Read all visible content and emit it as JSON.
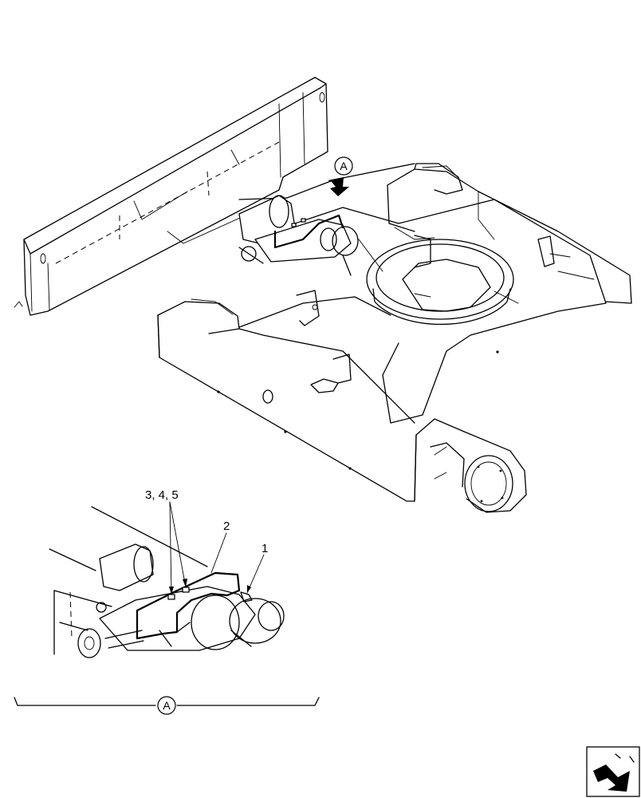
{
  "view_marker": {
    "letter": "A"
  },
  "detail": {
    "caption_letter": "A",
    "callouts": [
      {
        "id": "1",
        "text": "1"
      },
      {
        "id": "2",
        "text": "2"
      },
      {
        "id": "3",
        "text": "3, 4, 5"
      }
    ]
  },
  "nav": {
    "icon": "next-page-arrow-icon"
  },
  "colors": {
    "line": "#000000",
    "background": "#ffffff"
  }
}
